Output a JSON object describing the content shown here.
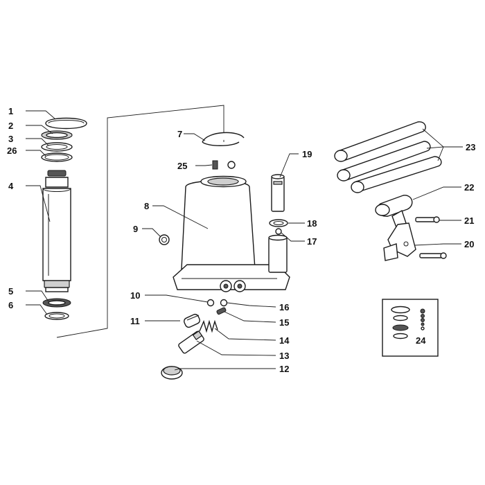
{
  "callouts": {
    "c1": "1",
    "c2": "2",
    "c3": "3",
    "c26": "26",
    "c4": "4",
    "c5": "5",
    "c6": "6",
    "c7": "7",
    "c25": "25",
    "c8": "8",
    "c9": "9",
    "c10": "10",
    "c11": "11",
    "c12": "12",
    "c13": "13",
    "c14": "14",
    "c15": "15",
    "c16": "16",
    "c17": "17",
    "c18": "18",
    "c19": "19",
    "c20": "20",
    "c21": "21",
    "c22": "22",
    "c23": "23",
    "c24": "24"
  },
  "colors": {
    "line": "#1a1a1a",
    "background": "#ffffff",
    "shade": "#cfcfcf"
  }
}
